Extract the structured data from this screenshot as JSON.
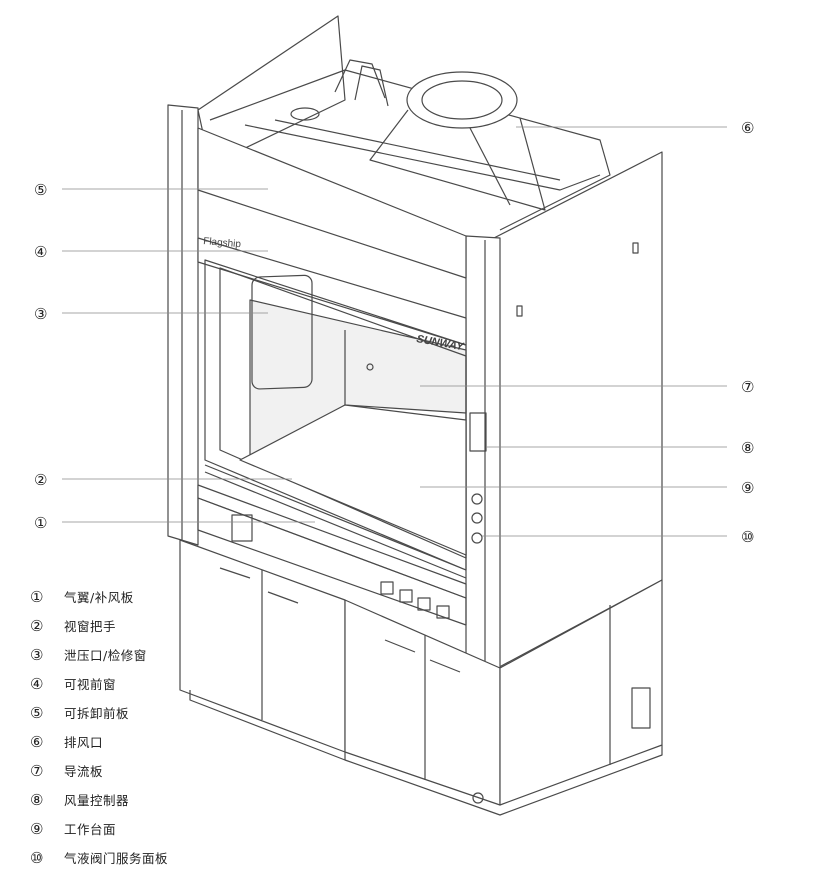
{
  "brand": {
    "model": "Flagship",
    "maker": "SUNWAY"
  },
  "parts": [
    {
      "num": "①",
      "label": "气翼/补风板"
    },
    {
      "num": "②",
      "label": "视窗把手"
    },
    {
      "num": "③",
      "label": "泄压口/检修窗"
    },
    {
      "num": "④",
      "label": "可视前窗"
    },
    {
      "num": "⑤",
      "label": "可拆卸前板"
    },
    {
      "num": "⑥",
      "label": "排风口"
    },
    {
      "num": "⑦",
      "label": "导流板"
    },
    {
      "num": "⑧",
      "label": "风量控制器"
    },
    {
      "num": "⑨",
      "label": "工作台面"
    },
    {
      "num": "⑩",
      "label": "气液阀门服务面板"
    }
  ],
  "colors": {
    "line": "#4a4a4a",
    "leader": "#8a8a8a",
    "fill": "#ffffff",
    "shade": "#f1f1f1"
  }
}
